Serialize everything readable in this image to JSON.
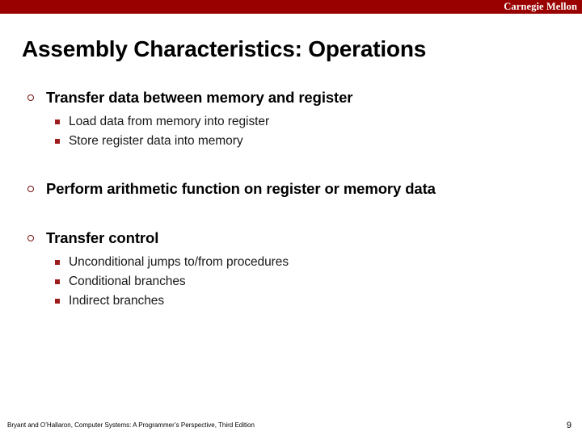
{
  "header": {
    "brand": "Carnegie Mellon",
    "bar_color": "#990000",
    "brand_color": "#ffffff"
  },
  "title": "Assembly Characteristics: Operations",
  "markers": {
    "level1_icon": "hollow-circle-bullet",
    "level1_color": "#7b1113",
    "level2_icon": "filled-square-bullet",
    "level2_color": "#9c1b1b"
  },
  "bullets": [
    {
      "text": "Transfer data between memory and register",
      "sub": [
        "Load data from memory into register",
        "Store register data into memory"
      ]
    },
    {
      "text": "Perform arithmetic function on register or memory data",
      "sub": []
    },
    {
      "text": "Transfer control",
      "sub": [
        "Unconditional jumps to/from procedures",
        "Conditional branches",
        "Indirect branches"
      ]
    }
  ],
  "footer": {
    "citation": "Bryant and O’Hallaron, Computer Systems: A Programmer’s Perspective, Third Edition",
    "page_number": "9"
  }
}
